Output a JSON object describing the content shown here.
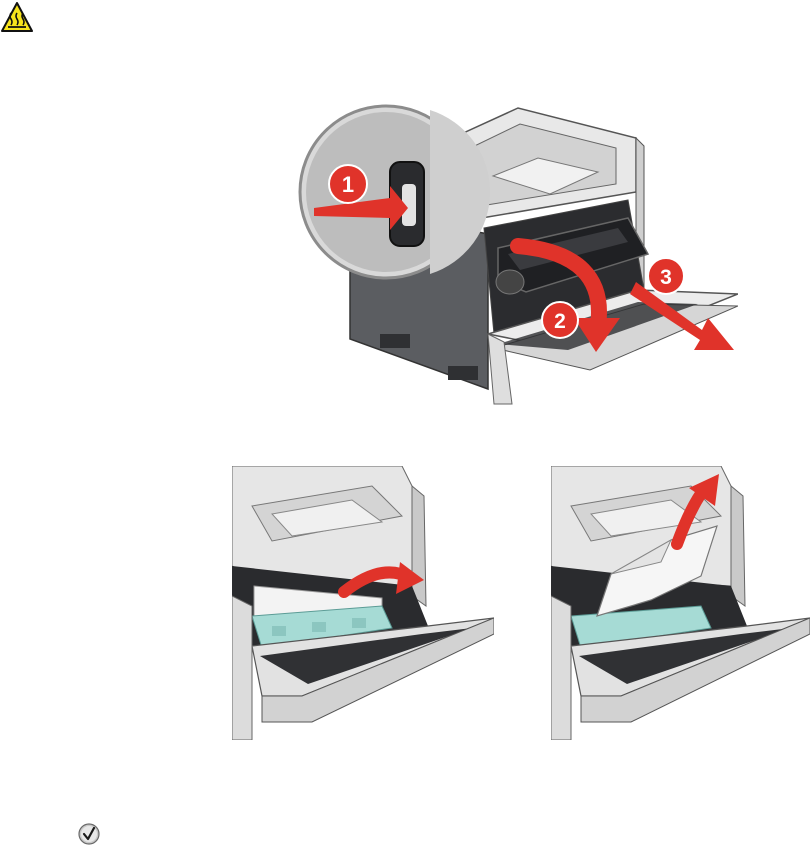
{
  "figure": {
    "step_markers": [
      "1",
      "2",
      "3"
    ]
  },
  "icons": {
    "warning": "hot-surface-warning-icon",
    "note": "checkmark-note-icon"
  },
  "colors": {
    "warning_yellow": "#f7e31c",
    "arrow_red": "#e0332a",
    "printer_gray": "#5a5c60",
    "printer_light": "#e6e6e6",
    "teal_guide": "#9fd6d1",
    "paper": "#f4f4f4"
  }
}
